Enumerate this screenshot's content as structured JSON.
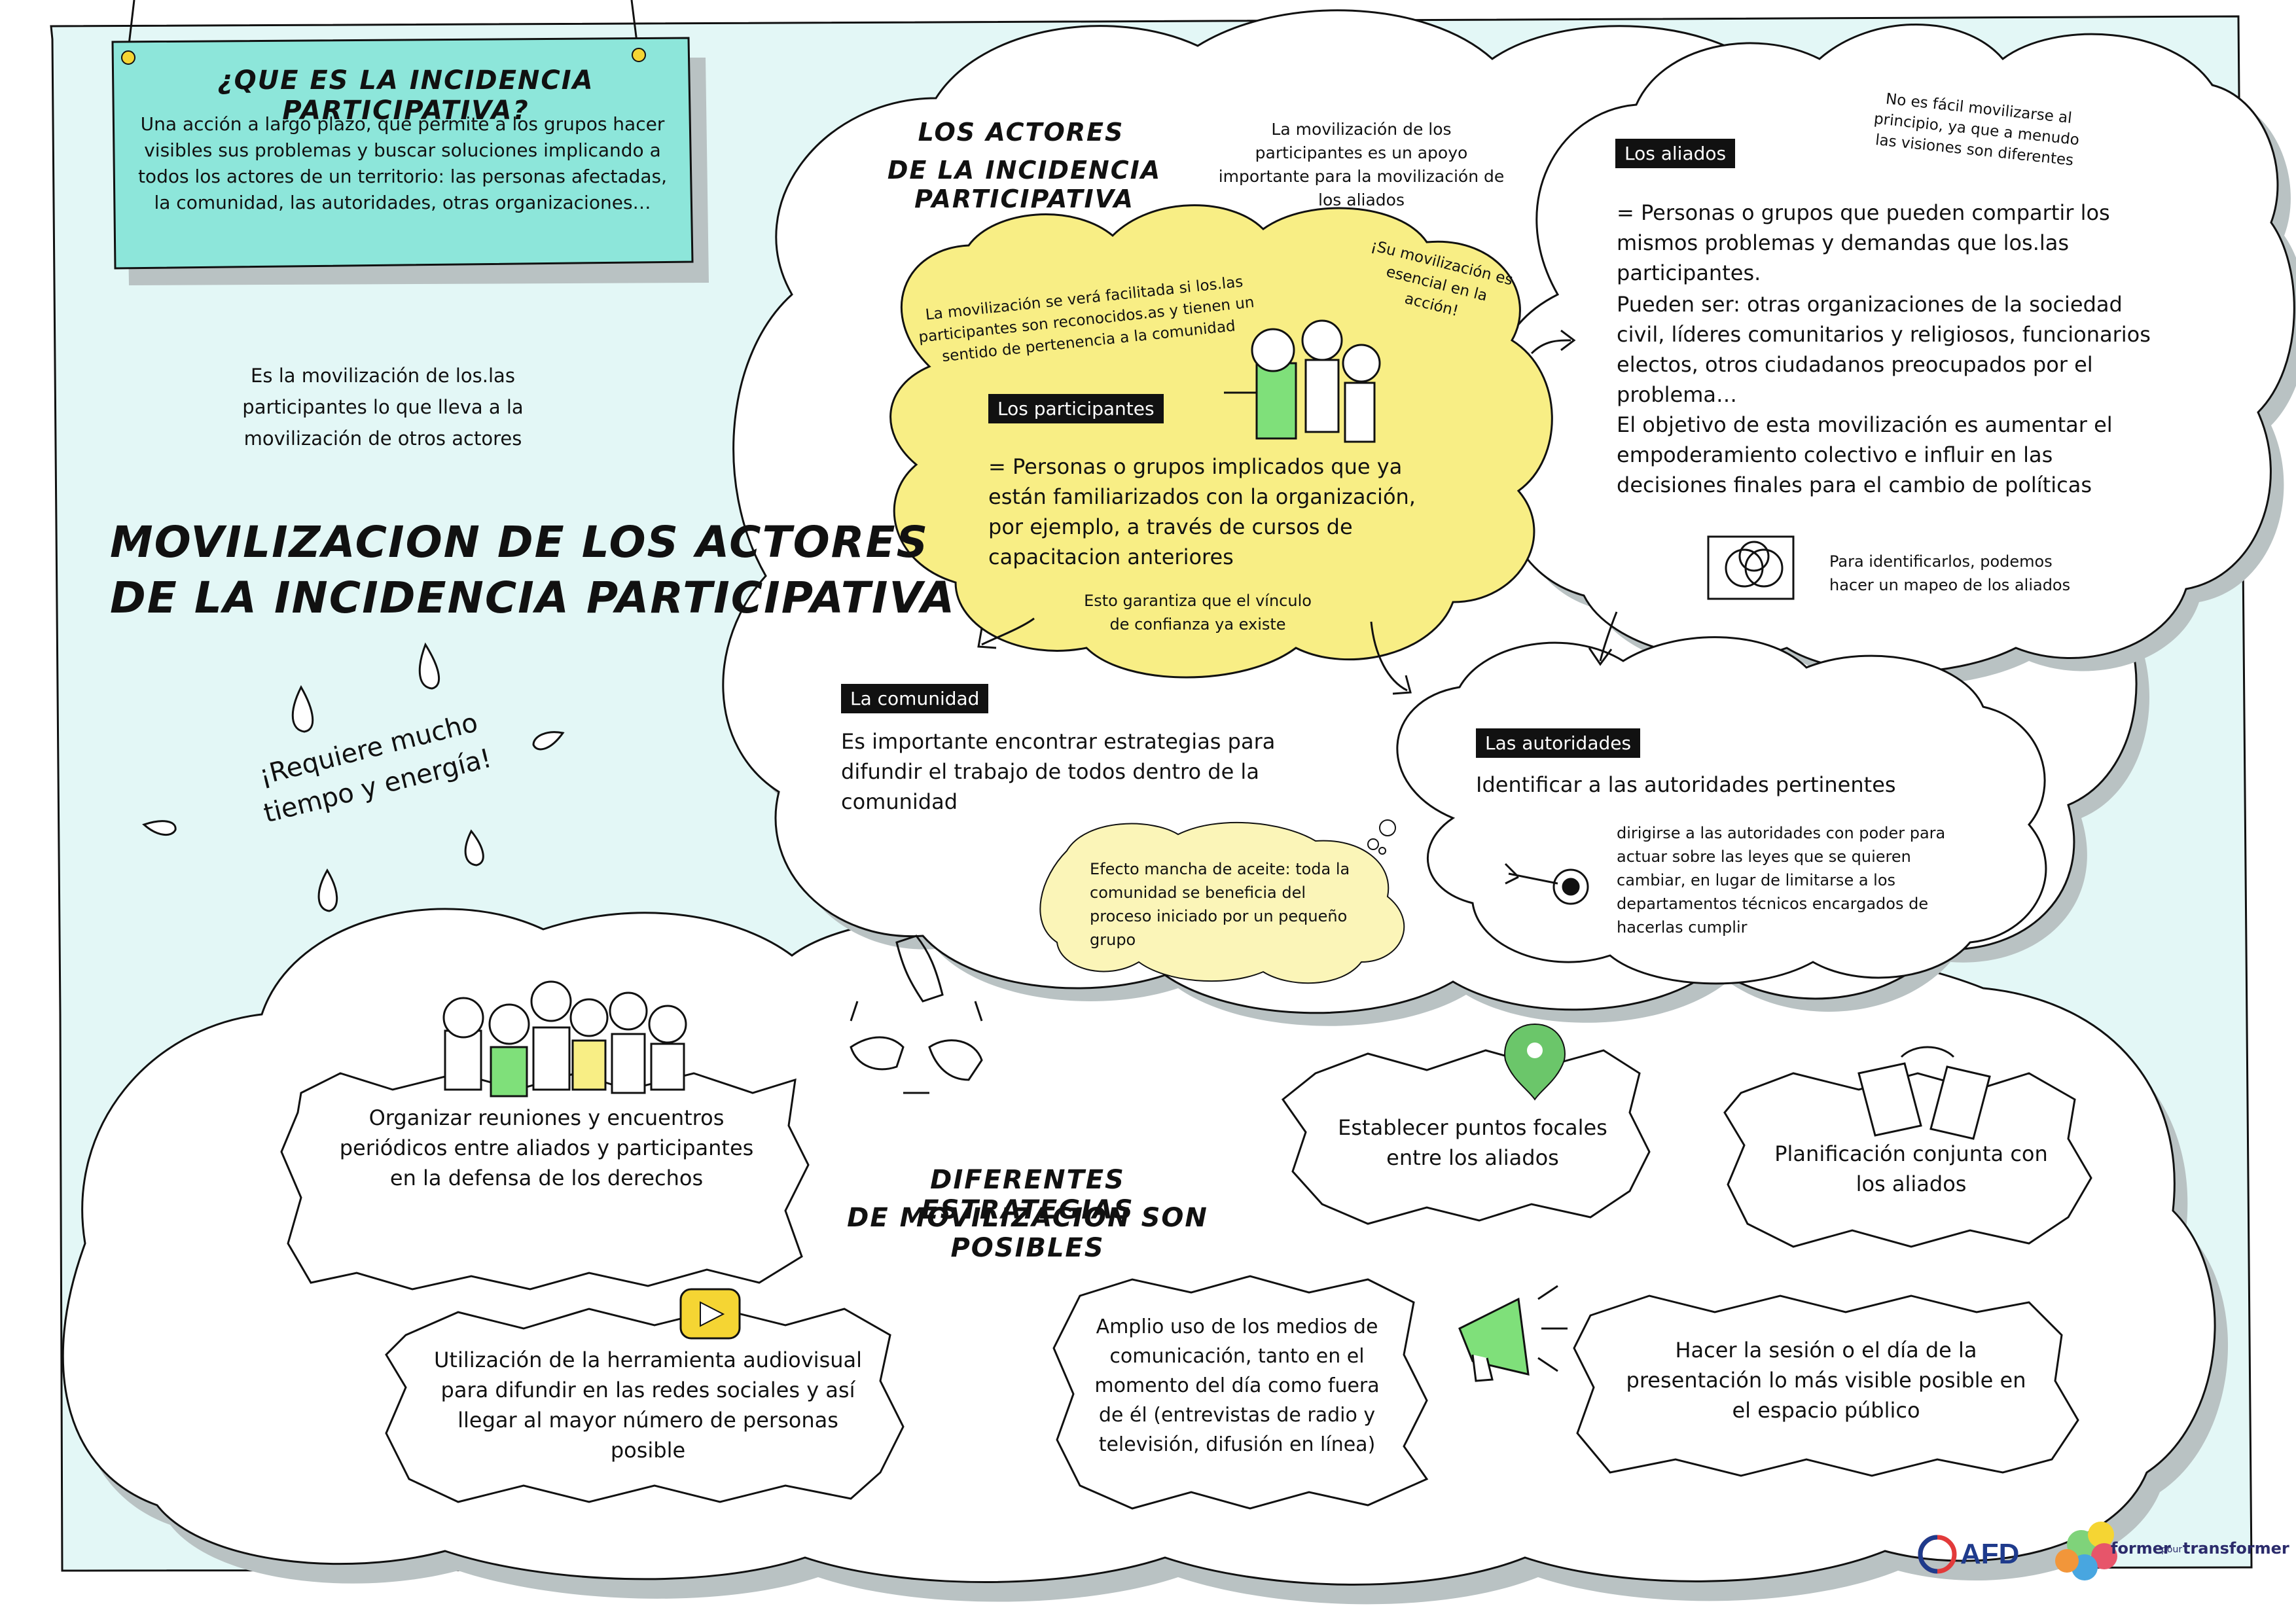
{
  "intro": {
    "title": "¿QUE ES LA INCIDENCIA PARTICIPATIVA?",
    "body": "Una acción a largo plazo, que permite a los grupos hacer visibles sus problemas y buscar soluciones implicando a todos los actores de un territorio: las personas afectadas, la comunidad, las autoridades, otras organizaciones…"
  },
  "left": {
    "note": "Es la movilización de los.las participantes lo que lleva a la movilización de otros actores",
    "main_title_1": "MOVILIZACION DE LOS ACTORES",
    "main_title_2": "DE LA INCIDENCIA PARTICIPATIVA",
    "effort": "¡Requiere mucho tiempo y energía!"
  },
  "actors": {
    "title_1": "LOS ACTORES",
    "title_2": "DE LA INCIDENCIA PARTICIPATIVA",
    "note": "La movilización de los participantes es un apoyo importante para la movilización de los aliados"
  },
  "participants": {
    "label": "Los participantes",
    "note_left": "La movilización se verá facilitada si los.las participantes son reconocidos.as y tienen un sentido de pertenencia a la comunidad",
    "note_right": "¡Su movilización es esencial en la acción!",
    "definition": "= Personas o grupos implicados que ya están familiarizados con la organización, por ejemplo, a través de cursos de capacitacion anteriores",
    "trust": "Esto garantiza que el vínculo de confianza ya existe"
  },
  "allies": {
    "label": "Los aliados",
    "note": "No es fácil movilizarse al principio, ya que a menudo las visiones son diferentes",
    "definition": "= Personas o grupos que pueden compartir los mismos problemas y demandas que los.las participantes.",
    "examples": "Pueden ser: otras organizaciones de la sociedad civil, líderes comunitarios y religiosos, funcionarios electos, otros ciudadanos preocupados por el problema…",
    "objective": "El objetivo de esta movilización es aumentar el empoderamiento colectivo e influir en las decisiones finales para el cambio de políticas",
    "mapping": "Para identificarlos, podemos hacer un mapeo de los aliados"
  },
  "community": {
    "label": "La comunidad",
    "text": "Es importante encontrar estrategias para difundir el trabajo de todos dentro de la comunidad",
    "oil": "Efecto mancha de aceite: toda la comunidad se beneficia del proceso iniciado por un pequeño grupo"
  },
  "authorities": {
    "label": "Las autoridades",
    "heading": "Identificar a las autoridades pertinentes",
    "text": "dirigirse a las autoridades con poder para actuar sobre las leyes que se quieren cambiar, en lugar de limitarse a los departamentos técnicos encargados de hacerlas cumplir"
  },
  "strategies": {
    "title_1": "DIFERENTES ESTRATEGIAS",
    "title_2": "DE MOVILIZACION SON POSIBLES",
    "s1": "Organizar reuniones y encuentros periódicos entre aliados y participantes en la defensa de los derechos",
    "s2": "Establecer puntos focales entre los aliados",
    "s3": "Planificación conjunta con los aliados",
    "s4": "Utilización de la herramienta audiovisual para difundir en las redes sociales y así llegar al mayor número de personas posible",
    "s5": "Amplio uso de los medios de comunicación, tanto en el momento del día como fuera de él (entrevistas de radio y televisión, difusión en línea)",
    "s6": "Hacer la sesión o el día de la presentación lo más visible posible en el espacio público"
  },
  "logos": {
    "afd": "AFD",
    "former_1": "former",
    "former_2": "pour",
    "former_3": "transformer"
  },
  "colors": {
    "board": "#e3f7f6",
    "teal_card": "#8de6da",
    "yellow": "#f8ee85",
    "pale_yellow": "#fbf5b8",
    "green": "#7fe07a",
    "shadow": "#b9c2c3"
  }
}
